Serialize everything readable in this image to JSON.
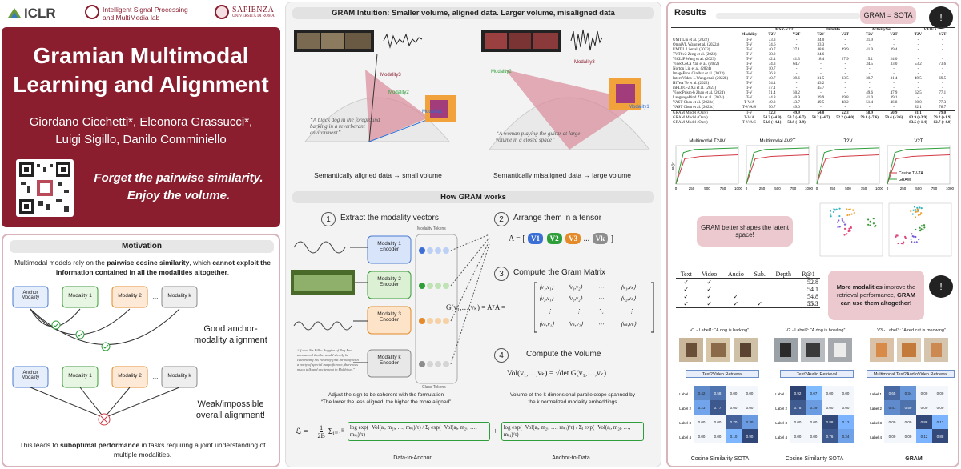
{
  "header": {
    "iclr": "ICLR",
    "lab_line1": "Intelligent Signal Processing",
    "lab_line2": "and MultiMedia lab",
    "sapienza": "SAPIENZA",
    "sapienza_sub": "UNIVERSITÀ DI ROMA"
  },
  "title": {
    "line1": "Gramian Multimodal",
    "line2": "Learning and Alignment",
    "authors1": "Giordano Cicchetti*, Eleonora Grassucci*,",
    "authors2": "Luigi Sigillo, Danilo Comminiello",
    "tagline1": "Forget the pairwise similarity.",
    "tagline2": "Enjoy the volume."
  },
  "motivation": {
    "heading": "Motivation",
    "intro_pre": "Multimodal models rely on the ",
    "intro_bold1": "pairwise cosine similarity",
    "intro_mid": ", which ",
    "intro_bold2": "cannot exploit the information contained in all the modalities altogether",
    "intro_end": ".",
    "nodes": [
      "Anchor Modality",
      "Modality 1",
      "Modality 2",
      "Modality k"
    ],
    "dots": "...",
    "good": "Good anchor-modality alignment",
    "weak": "Weak/impossible overall alignment!",
    "foot_pre": "This leads to ",
    "foot_bold": "suboptimal performance",
    "foot_end": " in tasks requiring a joint understanding of multiple modalities."
  },
  "intuition": {
    "heading": "GRAM Intuition: Smaller volume, aligned data. Larger volume, misaligned data",
    "left_quote": "“A black dog in the foreground barking in a reverberant environment”",
    "right_quote": "“A woman playing the guitar at large volume in a closed space”",
    "left_caption": "Semantically aligned data → small volume",
    "right_caption": "Semantically misaligned data → large volume",
    "m1": "Modality1",
    "m2": "Modality2",
    "m3": "Modality3"
  },
  "how": {
    "heading": "How GRAM works",
    "s1": "Extract the modality vectors",
    "s2": "Arrange them in a tensor",
    "s3": "Compute the Gram Matrix",
    "s4": "Compute the Volume",
    "n1": "1",
    "n2": "2",
    "n3": "3",
    "n4": "4",
    "encoders": [
      "Modality 1 Encoder",
      "Modality 2 Encoder",
      "Modality 3 Encoder",
      "Modality k Encoder"
    ],
    "tokens": "Modality Tokens",
    "class_tokens": "Class Tokens",
    "tensor_prefix": "A = [",
    "tensor_suffix": "]",
    "v1": "V1",
    "v2": "V2",
    "v3": "V3",
    "vdots": "...",
    "vk": "Vk",
    "gram_lhs": "G(v₁,…,vₖ) = AᵀA =",
    "vol": "Vol(v₁,…,vₖ) = √det G(v₁,…,vₖ)",
    "text_sample": "“If now Mr Bilbo Baggins of Bag End announced that he would shortly be celebrating his eleventy-first birthday with a party of special magnificence, there was much talk and excitement in Hobbiton.”",
    "note_left1": "Adjust the sign to be coherent with the formulation",
    "note_left2": "“The lower the less aligned, the higher the more aligned”",
    "note_right1": "Volume of the k-dimensional parallelotope spanned by",
    "note_right2": "the k normalized modality embeddings",
    "loss_lhs": "ℒ = −",
    "loss_frac_num": "1",
    "loss_frac_den": "2B",
    "loss_sum": "Σᵢ₌₁ᴮ",
    "loss_t1": "log exp(−Vol(aᵢ, m₂ᵢ, …, mₖᵢ)/τ) / Σⱼ exp(−Vol(aⱼ, m₂ᵢ, …, mₖᵢ)/τ)",
    "loss_plus": "+",
    "loss_t2": "log exp(−Vol(aᵢ, m₂ᵢ, …, mₖᵢ)/τ) / Σⱼ exp(−Vol(aᵢ, m₂ⱼ, …, mₖⱼ)/τ)",
    "d2a": "Data-to-Anchor",
    "a2d": "Anchor-to-Data"
  },
  "results": {
    "heading": "Results",
    "badge": "GRAM = SOTA",
    "table_groups": [
      "MSR-VTT",
      "DiDeMo",
      "ActivityNet",
      "VATEX"
    ],
    "table_cols": [
      "",
      "Modality",
      "T2V",
      "V2T",
      "T2V",
      "V2T",
      "T2V",
      "V2T",
      "T2V",
      "V2T"
    ],
    "table_rows": [
      [
        "UMT Liu et al. (2022)",
        "T-V",
        "33.3",
        "-",
        "34.0",
        "-",
        "31.9",
        "-",
        "-",
        "-"
      ],
      [
        "OmniVL Wang et al. (2022a)",
        "T-V",
        "34.6",
        "-",
        "33.3",
        "-",
        "-",
        "-",
        "-",
        "-"
      ],
      [
        "UMT-L Li et al. (2023)",
        "T-V",
        "40.7",
        "37.1",
        "48.6",
        "49.9",
        "41.9",
        "39.4",
        "-",
        "-"
      ],
      [
        "TVTSv2 Zeng et al. (2023)",
        "T-V",
        "38.2",
        "-",
        "34.6",
        "-",
        "-",
        "-",
        "-",
        "-"
      ],
      [
        "ViCLIP Wang et al. (2023)",
        "T-V",
        "42.4",
        "41.3",
        "18.4",
        "27.9",
        "15.1",
        "24.0",
        "-",
        "-"
      ],
      [
        "VideoCoCa Yan et al. (2022)",
        "T-V",
        "34.3",
        "64.7",
        "-",
        "-",
        "34.5",
        "33.0",
        "53.2",
        "73.6"
      ],
      [
        "Norton Lin et al. (2024)",
        "T-V",
        "10.7",
        "-",
        "-",
        "-",
        "-",
        "-",
        "-",
        "-"
      ],
      [
        "ImageBind Girdhar et al. (2023)",
        "T-V",
        "36.8",
        "-",
        "-",
        "-",
        "-",
        "-",
        "-",
        "-"
      ],
      [
        "InternVideo-L Wang et al. (2022b)",
        "T-V",
        "40.7",
        "39.6",
        "31.5",
        "33.5",
        "30.7",
        "31.4",
        "49.5",
        "69.5"
      ],
      [
        "HiTeA Ye et al. (2022)",
        "T-V",
        "34.4",
        "-",
        "43.2",
        "-",
        "-",
        "-",
        "-",
        "-"
      ],
      [
        "mPLUG-2 Xu et al. (2023)",
        "T-V",
        "47.1",
        "-",
        "45.7",
        "-",
        "-",
        "-",
        "-",
        "-"
      ],
      [
        "VideoPrism-b Zhao et al. (2024)",
        "T-V",
        "51.4",
        "50.2",
        "-",
        "-",
        "49.6",
        "47.9",
        "62.5",
        "77.1"
      ],
      [
        "LanguageBind Zhu et al. (2024)",
        "T-V",
        "44.8",
        "40.9",
        "39.9",
        "39.8",
        "41.0",
        "39.1",
        "-",
        "-"
      ],
      [
        "VAST Chen et al. (2023c)",
        "T-V/A",
        "49.3",
        "43.7",
        "49.5",
        "48.2",
        "51.4",
        "46.8",
        "80.0",
        "77.3"
      ],
      [
        "VAST Chen et al. (2023c)",
        "T-V/A/S",
        "50.7",
        "49.0",
        "-",
        "-",
        "-",
        "-",
        "82.1",
        "78.7"
      ],
      [
        "GRAM Model (Ours)",
        "T-V",
        "52.8",
        "49.9",
        "54.0",
        "52.3",
        "58.9",
        "50.9",
        "81.1",
        "79.0"
      ],
      [
        "GRAM Model (Ours)",
        "T-V/A",
        "54.2 (+4.9)",
        "50.5 (+6.7)",
        "54.2 (+4.7)",
        "52.2 (+4.0)",
        "59.0 (+7.6)",
        "50.4 (+3.6)",
        "83.9 (+3.9)",
        "79.2 (+1.9)"
      ],
      [
        "GRAM Model (Ours)",
        "T-V/A/S",
        "54.8 (+4.1)",
        "52.9 (+3.9)",
        "-",
        "-",
        "-",
        "-",
        "83.5 (+1.4)",
        "82.7 (+4.0)"
      ]
    ],
    "curve_titles": [
      "Multimodal T2AV",
      "Multimodal AV2T",
      "T2V",
      "V2T"
    ],
    "legend": [
      "Cosine TV-TA",
      "GRAM"
    ],
    "xticks": [
      "0",
      "250",
      "500",
      "750",
      "1000"
    ],
    "ylabel": "R@1",
    "shapes_text": "GRAM better shapes the latent space!",
    "ablation_cols": [
      "Text",
      "Video",
      "Audio",
      "Sub.",
      "Depth",
      "R@1"
    ],
    "ablation_vals": [
      "52.8",
      "54.1",
      "54.8",
      "55.3"
    ],
    "more_pre": "More modalities",
    "more_mid": " improve the retrieval performance, ",
    "more_bold": "GRAM can use them altogether!",
    "v_labels": [
      "V1 - Label1: “A dog is barking”",
      "V2 - Label2: “A dog is howling”",
      "V3 - Label3: “A red cat is meowing”"
    ],
    "retrievals": [
      "Text2Video Retrieval",
      "Text2Audio Retrieval",
      "Multimodal Text2AudioVideo Retrieval"
    ],
    "row_labels": [
      "Label 1",
      "Label 2",
      "Label 3",
      "Label 4"
    ],
    "foot": [
      "Cosine Similarity SOTA",
      "Cosine Similarity SOTA",
      "GRAM"
    ],
    "hm1": [
      [
        "0.42",
        "0.58",
        "0.00",
        "0.00"
      ],
      [
        "0.23",
        "0.77",
        "0.00",
        "0.00"
      ],
      [
        "0.00",
        "0.00",
        "0.70",
        "0.30"
      ],
      [
        "0.00",
        "0.00",
        "0.10",
        "0.90"
      ]
    ],
    "hm2": [
      [
        "0.92",
        "0.07",
        "0.00",
        "0.00"
      ],
      [
        "0.75",
        "0.29",
        "0.00",
        "0.00"
      ],
      [
        "0.00",
        "0.00",
        "0.88",
        "0.12"
      ],
      [
        "0.00",
        "0.00",
        "0.76",
        "0.24"
      ]
    ],
    "hm3": [
      [
        "0.65",
        "0.34",
        "0.00",
        "0.00"
      ],
      [
        "0.41",
        "0.59",
        "0.00",
        "0.00"
      ],
      [
        "0.00",
        "0.00",
        "0.88",
        "0.12"
      ],
      [
        "0.00",
        "0.00",
        "0.12",
        "0.88"
      ]
    ]
  },
  "colors": {
    "brand": "#8a1e2e",
    "panel_pink": "#f8e7ea",
    "pink_box": "#ecc9cf",
    "gram": "#2e9e3a",
    "cosine": "#d23a44",
    "v1": "#3b6fd6",
    "v2": "#2e9e3a",
    "v3": "#e48a28",
    "vk": "#8d8d8d"
  }
}
